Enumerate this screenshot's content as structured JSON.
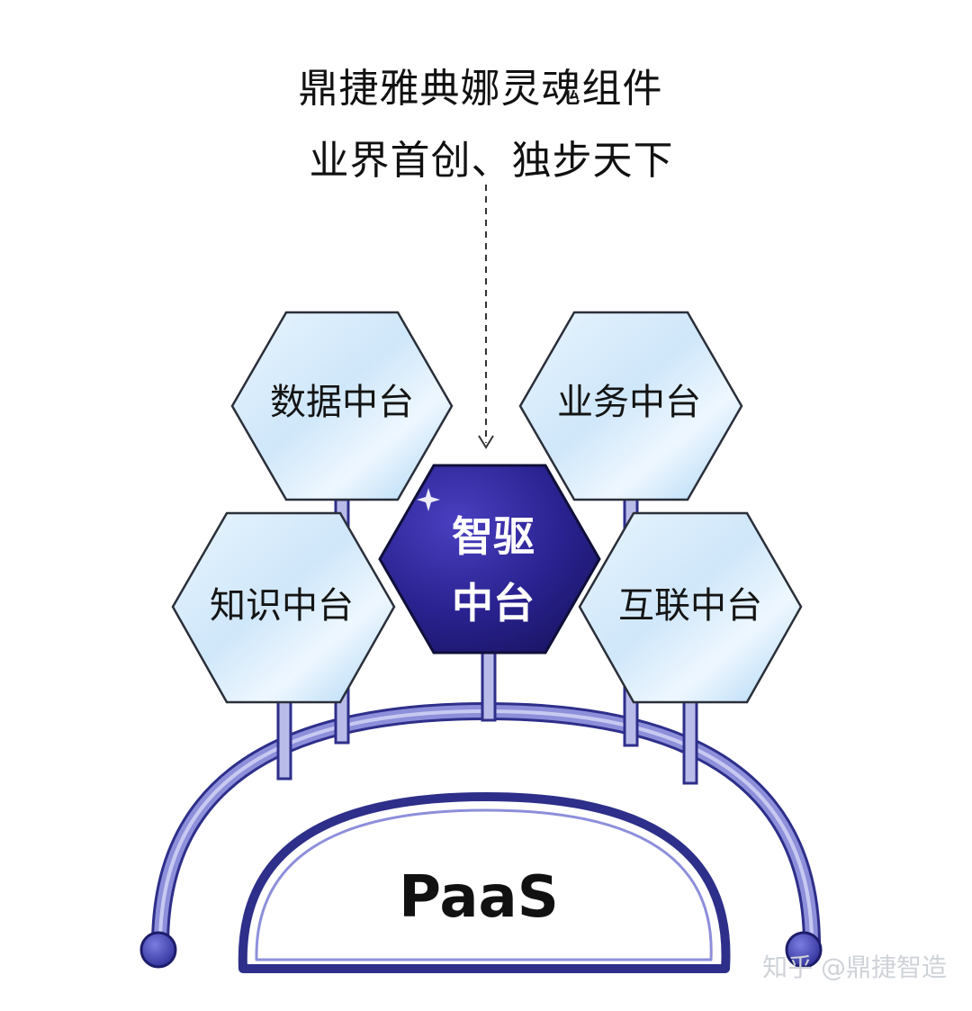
{
  "header": {
    "line1": "鼎捷雅典娜灵魂组件",
    "line2": "业界首创、独步天下"
  },
  "hexagons": {
    "data_platform": "数据中台",
    "business_platform": "业务中台",
    "knowledge_platform": "知识中台",
    "interconnect_platform": "互联中台",
    "smart_drive_line1": "智驱",
    "smart_drive_line2": "中台"
  },
  "base": {
    "label": "PaaS"
  },
  "watermark": "知乎 @鼎捷智造",
  "colors": {
    "hex_fill_light": "#dbeefc",
    "hex_fill_mid": "#b7dcf6",
    "hex_stroke": "#2a2f3a",
    "center_fill": "#2c2490",
    "arch_stroke": "#5a5cc0",
    "arch_fill": "#9a9ce0"
  }
}
